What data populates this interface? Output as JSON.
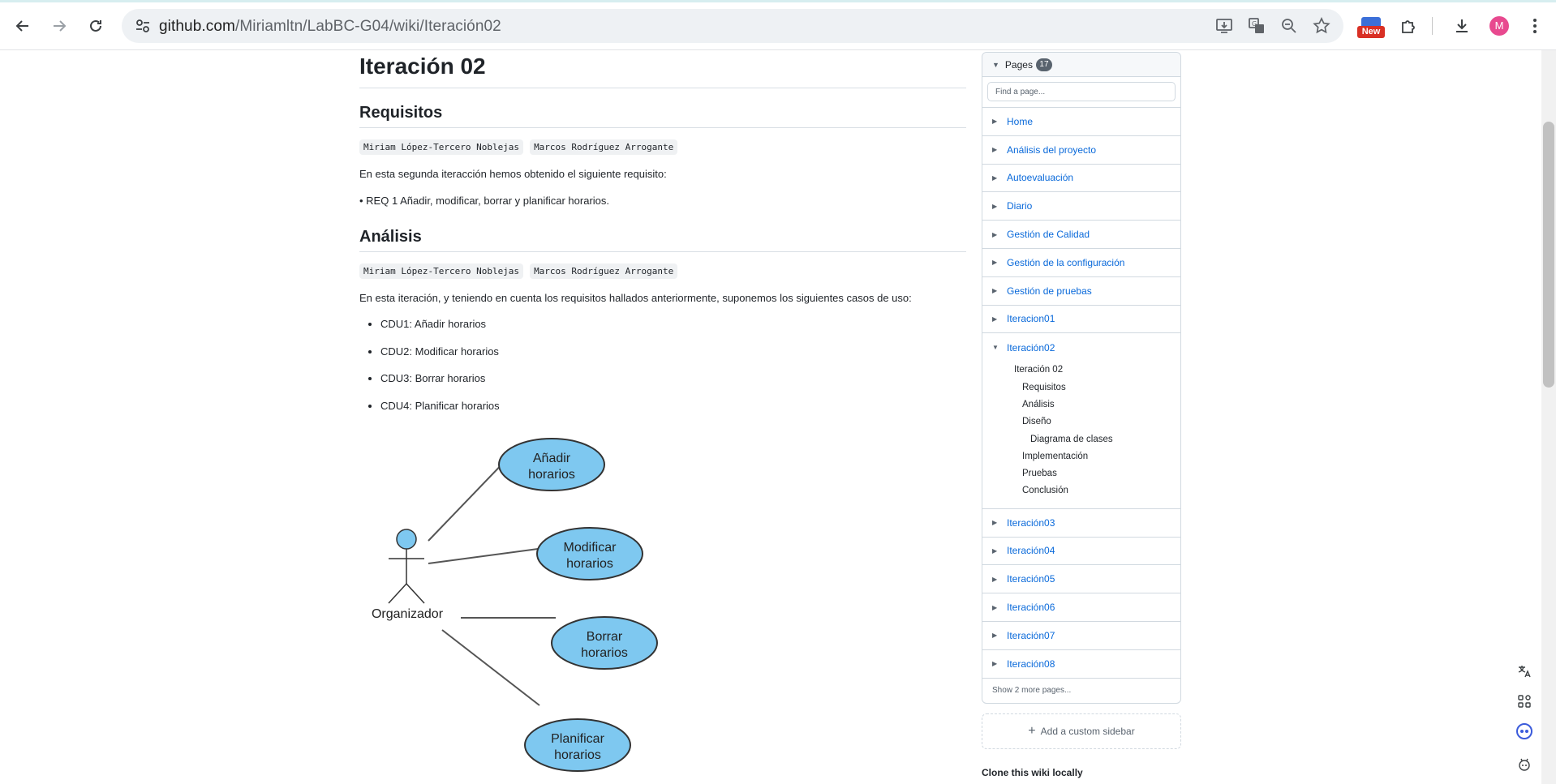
{
  "browser": {
    "url_host": "github.com",
    "url_path": "/Miriamltn/LabBC-G04/wiki/Iteración02",
    "new_badge": "New",
    "profile_initial": "M"
  },
  "content": {
    "title": "Iteración 02",
    "sections": {
      "requisitos": {
        "heading": "Requisitos",
        "authors": [
          "Miriam López-Tercero Noblejas",
          "Marcos Rodríguez Arrogante"
        ],
        "intro": "En esta segunda iteracción hemos obtenido el siguiente requisito:",
        "req": "• REQ 1 Añadir, modificar, borrar y planificar horarios."
      },
      "analisis": {
        "heading": "Análisis",
        "authors": [
          "Miriam López-Tercero Noblejas",
          "Marcos Rodríguez Arrogante"
        ],
        "intro": "En esta iteración, y teniendo en cuenta los requisitos hallados anteriormente, suponemos los siguientes casos de uso:",
        "cdus": [
          "CDU1: Añadir horarios",
          "CDU2: Modificar horarios",
          "CDU3: Borrar horarios",
          "CDU4: Planificar horarios"
        ]
      }
    },
    "diagram": {
      "actor": "Organizador",
      "use_cases": [
        {
          "line1": "Añadir",
          "line2": "horarios"
        },
        {
          "line1": "Modificar",
          "line2": "horarios"
        },
        {
          "line1": "Borrar",
          "line2": "horarios"
        },
        {
          "line1": "Planificar",
          "line2": "horarios"
        }
      ]
    }
  },
  "sidebar": {
    "pages_label": "Pages",
    "pages_count": "17",
    "find_placeholder": "Find a page...",
    "items_before": [
      "Home",
      "Análisis del proyecto",
      "Autoevaluación",
      "Diario",
      "Gestión de Calidad",
      "Gestión de la configuración",
      "Gestión de pruebas",
      "Iteracion01"
    ],
    "expanded": {
      "label": "Iteración02",
      "toc": [
        {
          "text": "Iteración 02",
          "level": 0
        },
        {
          "text": "Requisitos",
          "level": 1
        },
        {
          "text": "Análisis",
          "level": 1
        },
        {
          "text": "Diseño",
          "level": 1
        },
        {
          "text": "Diagrama de clases",
          "level": 2
        },
        {
          "text": "Implementación",
          "level": 1
        },
        {
          "text": "Pruebas",
          "level": 1
        },
        {
          "text": "Conclusión",
          "level": 1
        }
      ]
    },
    "items_after": [
      "Iteración03",
      "Iteración04",
      "Iteración05",
      "Iteración06",
      "Iteración07",
      "Iteración08"
    ],
    "show_more": "Show 2 more pages...",
    "add_sidebar": "Add a custom sidebar",
    "clone_heading": "Clone this wiki locally"
  }
}
